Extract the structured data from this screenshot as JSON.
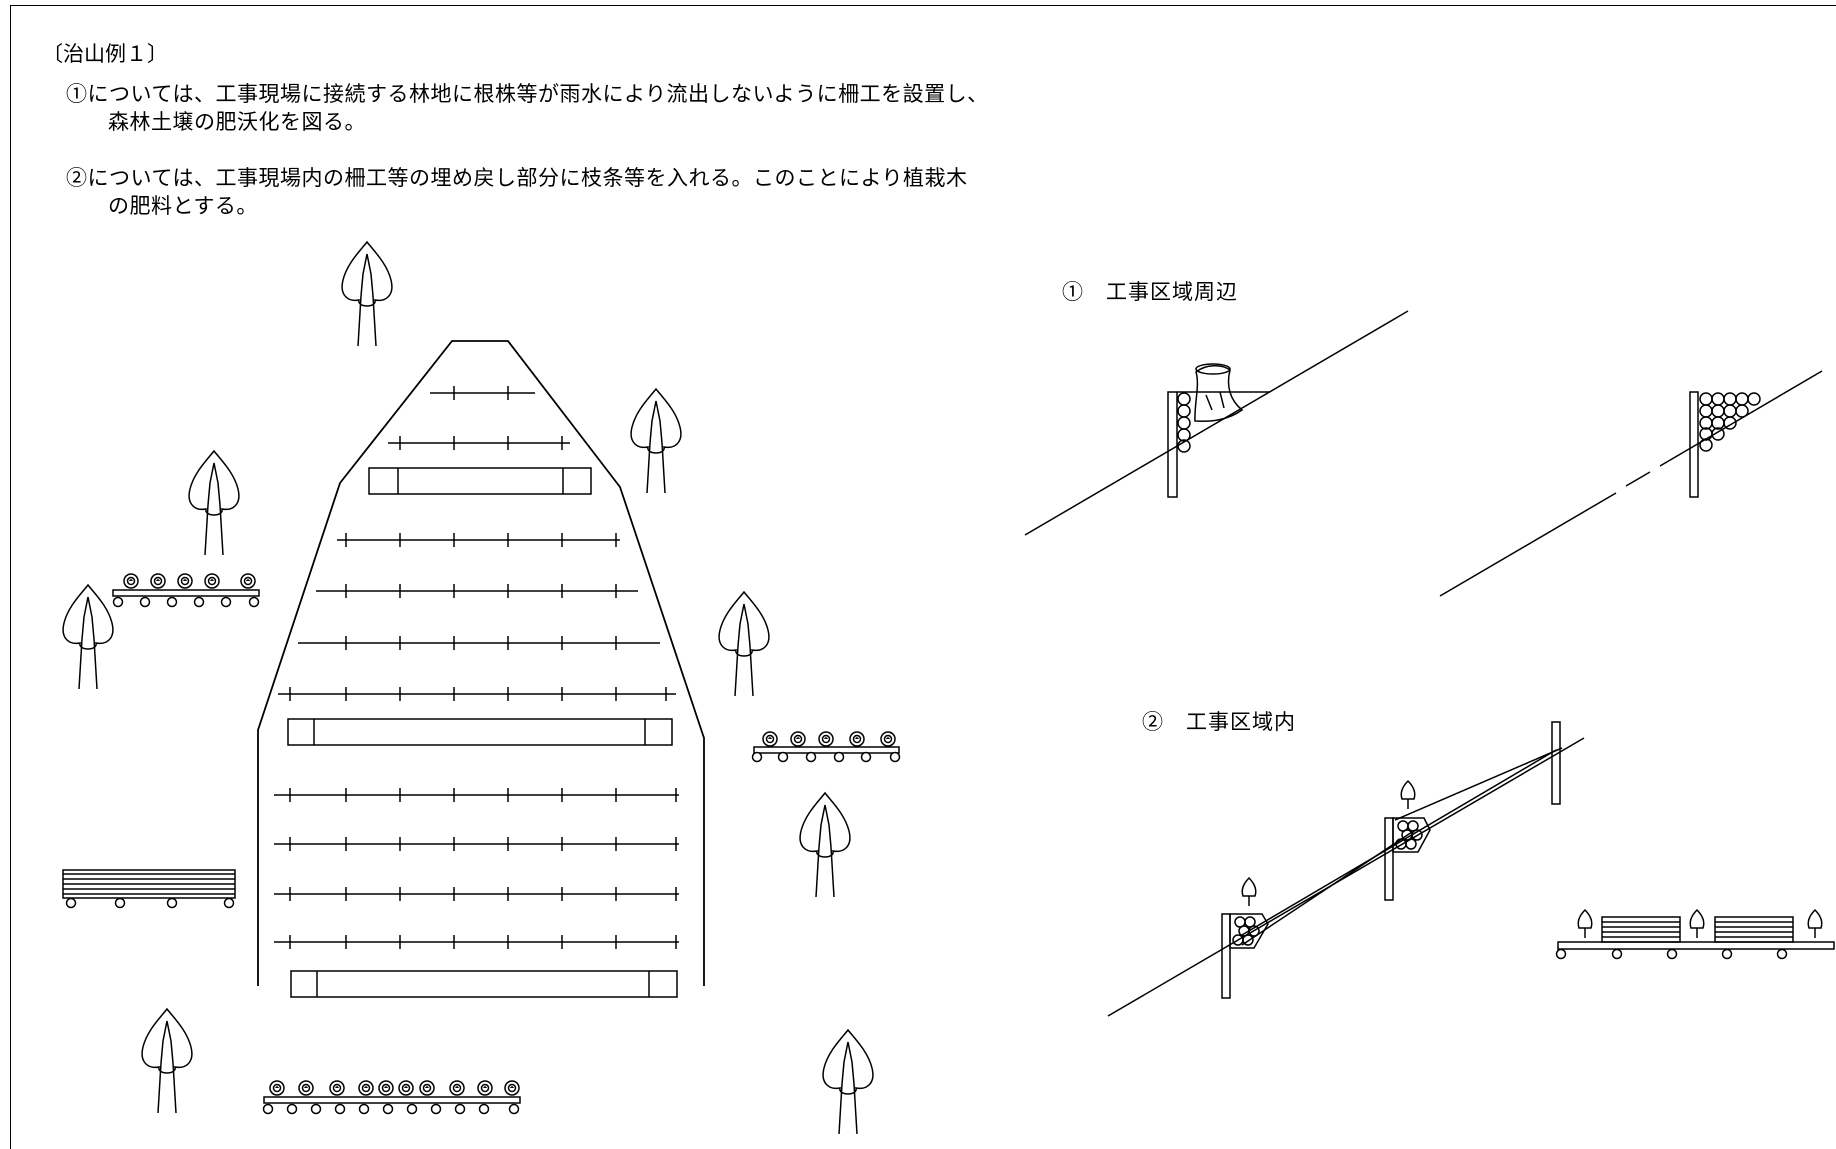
{
  "heading": "〔治山例１〕",
  "item1": {
    "line1": "①については、工事現場に接続する林地に根株等が雨水により流出しないように柵工を設置し、",
    "line2": "森林土壌の肥沃化を図る。"
  },
  "item2": {
    "line1": "②については、工事現場内の柵工等の埋め戻し部分に枝条等を入れる。このことにより植栽木",
    "line2": "の肥料とする。"
  },
  "figure1_label": "①　工事区域周辺",
  "figure2_label": "②　工事区域内",
  "icons": [
    "tree-icon",
    "stump-icon",
    "fence-post-icon",
    "log-stack-icon",
    "bench-icon"
  ],
  "colors": {
    "line": "#000000",
    "background": "#ffffff"
  }
}
